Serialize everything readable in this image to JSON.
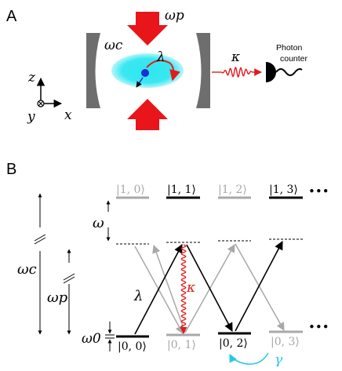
{
  "panelA": {
    "panel_label": "A",
    "pump_label": "ωp",
    "cavity_label": "ωc",
    "coupling_label": "λ",
    "decay_label": "κ",
    "detector_label_line1": "Photon",
    "detector_label_line2": "counter",
    "axis_z": "z",
    "axis_y": "y",
    "axis_x": "x"
  },
  "panelB": {
    "panel_label": "B",
    "states": {
      "s10": "|1, 0⟩",
      "s11": "|1, 1⟩",
      "s12": "|1, 2⟩",
      "s13": "|1, 3⟩",
      "s00": "|0, 0⟩",
      "s01": "|0, 1⟩",
      "s02": "|0, 2⟩",
      "s03": "|0, 3⟩"
    },
    "ellipsis": "•••",
    "omega": "ω",
    "omega_c": "ωc",
    "omega_p": "ωp",
    "omega_0": "ω0",
    "lambda": "λ",
    "kappa": "κ",
    "gamma": "γ"
  },
  "colors": {
    "pump_red": "#e8151b",
    "cavity_cyan": "#2fe6f0",
    "atom_blue": "#1a2fd6",
    "mirror_gray": "#6e6e6e",
    "faded_gray": "#a8a8a8",
    "kappa_red": "#e21b1b",
    "gamma_cyan": "#27c7e6"
  }
}
